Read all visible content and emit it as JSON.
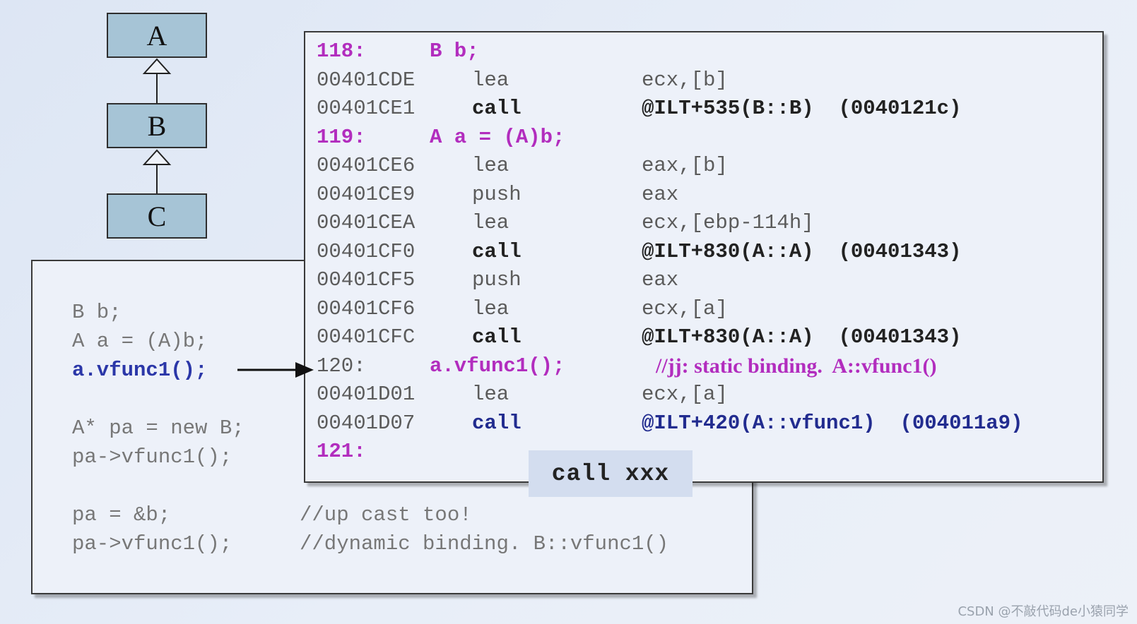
{
  "hierarchy": {
    "classes": [
      "A",
      "B",
      "C"
    ]
  },
  "source_panel": {
    "lines": [
      {
        "code": "B b;",
        "comment": "",
        "highlight": false
      },
      {
        "code": "A a = (A)b;",
        "comment": "",
        "highlight": false
      },
      {
        "code": "a.vfunc1();",
        "comment": "",
        "highlight": true
      },
      {
        "code": "",
        "comment": "",
        "highlight": false
      },
      {
        "code": "A* pa = new B;",
        "comment": "",
        "highlight": false
      },
      {
        "code": "pa->vfunc1();",
        "comment": "",
        "highlight": false
      },
      {
        "code": "",
        "comment": "",
        "highlight": false
      },
      {
        "code": "pa = &b;",
        "comment": "//up cast too!",
        "highlight": false
      },
      {
        "code": "pa->vfunc1();",
        "comment": "//dynamic binding. B::vfunc1()",
        "highlight": false
      }
    ]
  },
  "disasm_panel": {
    "rows": [
      {
        "kind": "src",
        "linenum": "118:",
        "source": "B b;"
      },
      {
        "kind": "asm",
        "addr": "00401CDE",
        "instr": "lea",
        "operand": "ecx,[b]",
        "style": "normal"
      },
      {
        "kind": "asm",
        "addr": "00401CE1",
        "instr": "call",
        "operand": "@ILT+535(B::B)  (0040121c)",
        "style": "bold-dark"
      },
      {
        "kind": "src",
        "linenum": "119:",
        "source": "A a = (A)b;"
      },
      {
        "kind": "asm",
        "addr": "00401CE6",
        "instr": "lea",
        "operand": "eax,[b]",
        "style": "normal"
      },
      {
        "kind": "asm",
        "addr": "00401CE9",
        "instr": "push",
        "operand": "eax",
        "style": "normal"
      },
      {
        "kind": "asm",
        "addr": "00401CEA",
        "instr": "lea",
        "operand": "ecx,[ebp-114h]",
        "style": "normal"
      },
      {
        "kind": "asm",
        "addr": "00401CF0",
        "instr": "call",
        "operand": "@ILT+830(A::A)  (00401343)",
        "style": "bold-dark"
      },
      {
        "kind": "asm",
        "addr": "00401CF5",
        "instr": "push",
        "operand": "eax",
        "style": "normal"
      },
      {
        "kind": "asm",
        "addr": "00401CF6",
        "instr": "lea",
        "operand": "ecx,[a]",
        "style": "normal"
      },
      {
        "kind": "asm",
        "addr": "00401CFC",
        "instr": "call",
        "operand": "@ILT+830(A::A)  (00401343)",
        "style": "bold-dark"
      },
      {
        "kind": "srcmark",
        "linenum": "120:",
        "source": "a.vfunc1();",
        "comment": "//jj: static binding.  A::vfunc1()"
      },
      {
        "kind": "asm",
        "addr": "00401D01",
        "instr": "lea",
        "operand": "ecx,[a]",
        "style": "normal"
      },
      {
        "kind": "asm",
        "addr": "00401D07",
        "instr": "call",
        "operand": "@ILT+420(A::vfunc1)  (004011a9)",
        "style": "bold-blue"
      },
      {
        "kind": "src",
        "linenum": "121:",
        "source": ""
      }
    ]
  },
  "callout": {
    "text": "call xxx"
  },
  "watermark": {
    "text": "CSDN @不敲代码de小猿同学"
  },
  "colors": {
    "class_box_fill": "#a6c4d6",
    "keyword_magenta": "#b22dbe",
    "call_blue": "#222c8f",
    "panel_bg": "#edf1f9"
  }
}
